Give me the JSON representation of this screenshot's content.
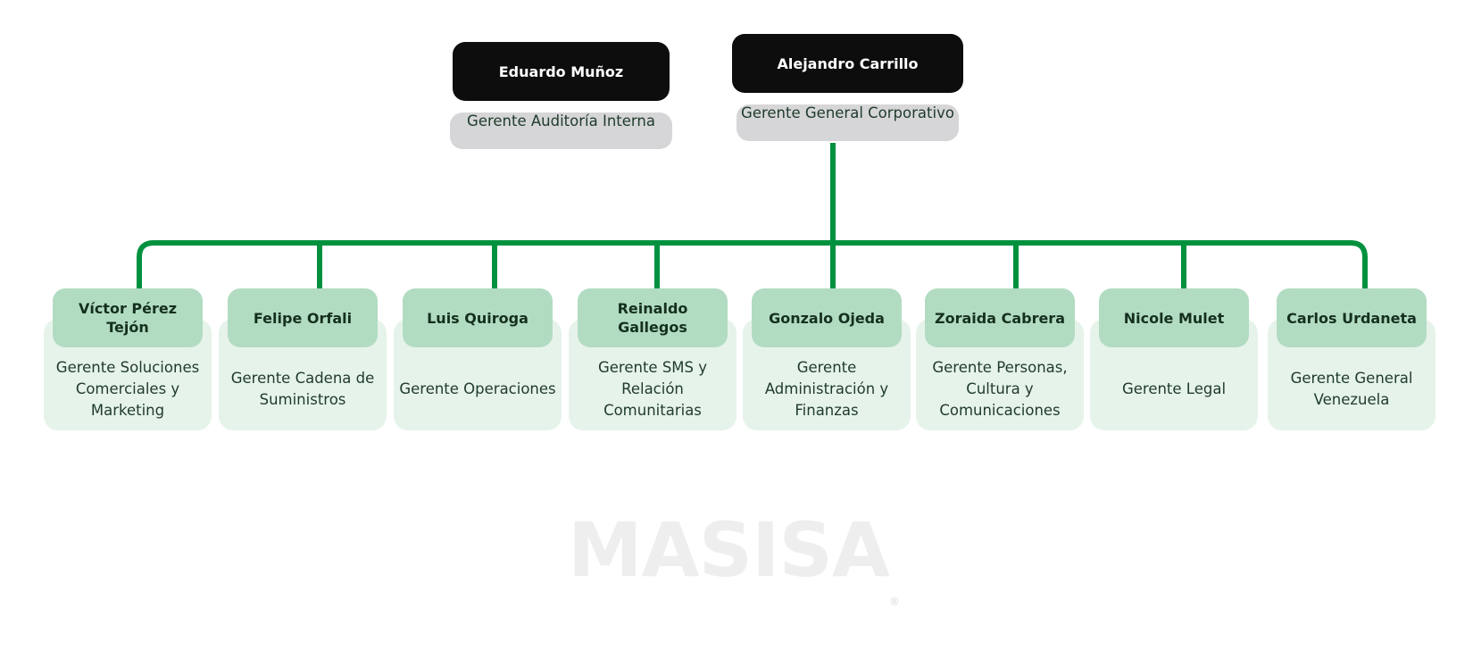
{
  "top": {
    "auditor": {
      "name": "Eduardo Muñoz",
      "role": "Gerente Auditoría Interna"
    },
    "ceo": {
      "name": "Alejandro Carrillo",
      "role": "Gerente General Corporativo"
    }
  },
  "reports": [
    {
      "name": "Víctor Pérez Tejón",
      "role": "Gerente Soluciones Comerciales y Marketing"
    },
    {
      "name": "Felipe Orfali",
      "role": "Gerente Cadena de Suministros"
    },
    {
      "name": "Luis Quiroga",
      "role": "Gerente Operaciones"
    },
    {
      "name": "Reinaldo Gallegos",
      "role": "Gerente SMS y Relación Comunitarias"
    },
    {
      "name": "Gonzalo Ojeda",
      "role": "Gerente Administración y Finanzas"
    },
    {
      "name": "Zoraida Cabrera",
      "role": "Gerente Personas, Cultura y Comunicaciones"
    },
    {
      "name": "Nicole Mulet",
      "role": "Gerente Legal"
    },
    {
      "name": "Carlos Urdaneta",
      "role": "Gerente General Venezuela"
    }
  ],
  "watermark": {
    "text": "MASISA",
    "mark": "®"
  },
  "colors": {
    "connector": "#00913f",
    "top_name_bg": "#0d0d0d",
    "top_role_bg": "#d6d6d8",
    "child_name_bg": "#b2dcc2",
    "child_role_bg": "#e6f3ea"
  }
}
